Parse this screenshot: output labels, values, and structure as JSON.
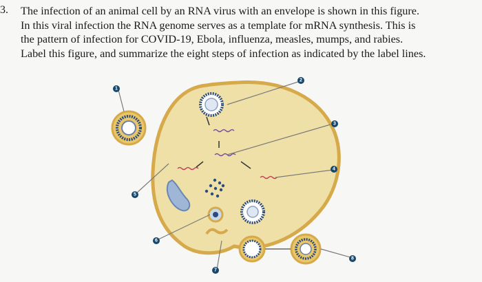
{
  "question": {
    "number": "3.",
    "lines": [
      "The infection of an animal cell by an RNA virus with an envelope is shown in this figure.",
      "In this viral infection the RNA genome serves as a template for mRNA synthesis. This is",
      "the pattern of infection for COVID-19, Ebola, influenza, measles, mumps, and rabies.",
      "Label this figure, and summarize the eight steps of infection as indicated by the label lines."
    ]
  },
  "figure": {
    "labels": [
      "1",
      "2",
      "3",
      "4",
      "5",
      "6",
      "7",
      "8"
    ],
    "colors": {
      "cell_fill": "#efe0a8",
      "cell_border": "#d6a94a",
      "label_dot": "#17476b",
      "virus_coat": "#2b4a7e",
      "capsid": "#a8c4dc"
    }
  }
}
